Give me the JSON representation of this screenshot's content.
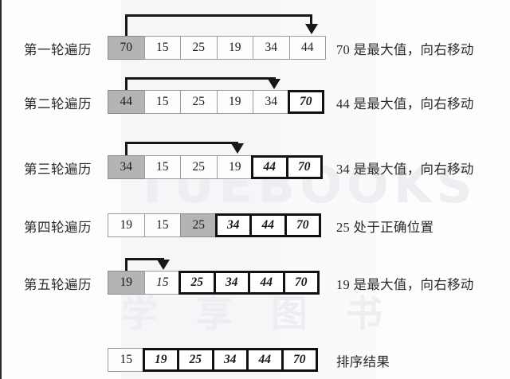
{
  "diagram": {
    "title_semantic": "selection-sort-pass-by-pass-illustration",
    "watermark": [
      "TUEBOOKS",
      "学 享 图 书"
    ],
    "rows": [
      {
        "label": "第一轮遍历",
        "note": "70 是最大值，向右移动",
        "cells": [
          {
            "value": "70",
            "state": "highlight"
          },
          {
            "value": "15",
            "state": "plain"
          },
          {
            "value": "25",
            "state": "plain"
          },
          {
            "value": "19",
            "state": "plain"
          },
          {
            "value": "34",
            "state": "plain"
          },
          {
            "value": "44",
            "state": "plain"
          }
        ],
        "arrow": {
          "from_index": 0,
          "to_index": 5
        }
      },
      {
        "label": "第二轮遍历",
        "note": "44 是最大值，向右移动",
        "cells": [
          {
            "value": "44",
            "state": "highlight"
          },
          {
            "value": "15",
            "state": "plain"
          },
          {
            "value": "25",
            "state": "plain"
          },
          {
            "value": "19",
            "state": "plain"
          },
          {
            "value": "34",
            "state": "plain"
          },
          {
            "value": "70",
            "state": "sorted"
          }
        ],
        "arrow": {
          "from_index": 0,
          "to_index": 4
        }
      },
      {
        "label": "第三轮遍历",
        "note": "34 是最大值，向右移动",
        "cells": [
          {
            "value": "34",
            "state": "highlight"
          },
          {
            "value": "15",
            "state": "plain"
          },
          {
            "value": "25",
            "state": "plain"
          },
          {
            "value": "19",
            "state": "plain"
          },
          {
            "value": "44",
            "state": "sorted"
          },
          {
            "value": "70",
            "state": "sorted"
          }
        ],
        "arrow": {
          "from_index": 0,
          "to_index": 3
        }
      },
      {
        "label": "第四轮遍历",
        "note": "25 处于正确位置",
        "cells": [
          {
            "value": "19",
            "state": "plain"
          },
          {
            "value": "15",
            "state": "plain"
          },
          {
            "value": "25",
            "state": "highlight"
          },
          {
            "value": "34",
            "state": "sorted"
          },
          {
            "value": "44",
            "state": "sorted"
          },
          {
            "value": "70",
            "state": "sorted"
          }
        ],
        "arrow": null
      },
      {
        "label": "第五轮遍历",
        "note": "19 是最大值，向右移动",
        "cells": [
          {
            "value": "19",
            "state": "highlight"
          },
          {
            "value": "15",
            "state": "italicthin"
          },
          {
            "value": "25",
            "state": "sorted"
          },
          {
            "value": "34",
            "state": "sorted"
          },
          {
            "value": "44",
            "state": "sorted"
          },
          {
            "value": "70",
            "state": "sorted"
          }
        ],
        "arrow": {
          "from_index": 0,
          "to_index": 1
        }
      },
      {
        "label": "",
        "note": "排序结果",
        "cells": [
          {
            "value": "15",
            "state": "plain"
          },
          {
            "value": "19",
            "state": "sorted"
          },
          {
            "value": "25",
            "state": "sorted"
          },
          {
            "value": "34",
            "state": "sorted"
          },
          {
            "value": "44",
            "state": "sorted"
          },
          {
            "value": "70",
            "state": "sorted"
          }
        ],
        "arrow": null
      }
    ],
    "colors": {
      "highlight": "#b4b4b4",
      "sorted_border": "#111111",
      "cell_border": "#9a9a9a",
      "arrow": "#171717",
      "text": "#2b2b2b"
    }
  }
}
